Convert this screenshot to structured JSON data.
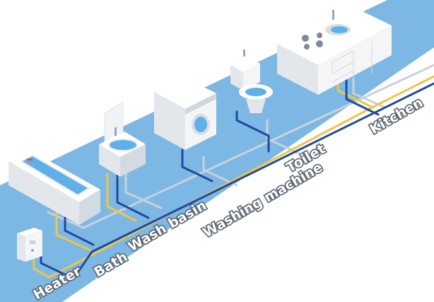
{
  "labels": {
    "heater": "Heater",
    "bath": "Bath",
    "wash_basin": "Wash basin",
    "washing_machine": "Washing machine",
    "toilet": "Toilet",
    "kitchen": "Kitchen"
  },
  "colors": {
    "floor": "#7db8e4",
    "floor_edge": "#6fa9d6",
    "pipe_light": "#c8d1db",
    "pipe_dark": "#1f4aa0",
    "pipe_yellow": "#f0c447",
    "fixture": "#f4f5f7",
    "fixture_shade": "#d9dee4",
    "water": "#5fb0e6",
    "label_text": "#ffffff",
    "label_outline": "#5b6470"
  },
  "icons": [
    "heater-icon",
    "bathtub-icon",
    "wash-basin-icon",
    "washing-machine-icon",
    "toilet-icon",
    "kitchen-sink-icon"
  ]
}
